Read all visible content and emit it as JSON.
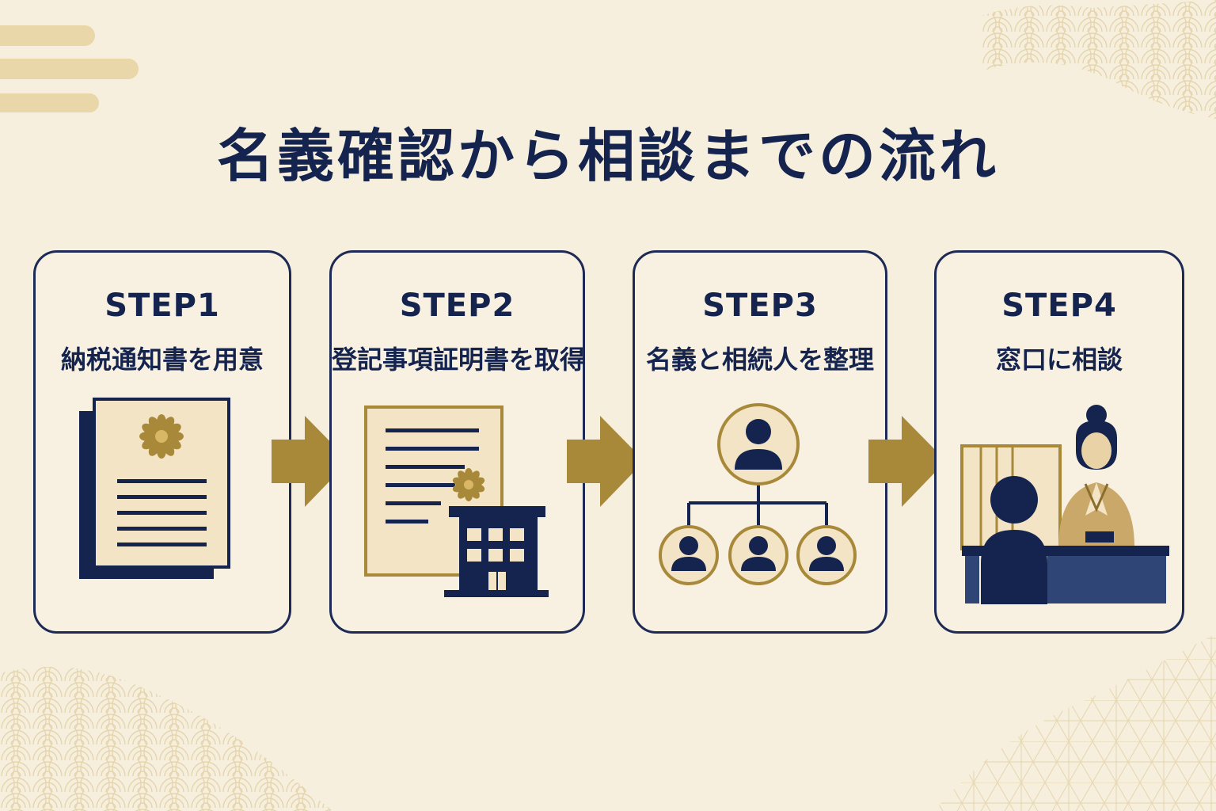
{
  "title": "名義確認から相談までの流れ",
  "steps": [
    {
      "label": "STEP1",
      "text": "納税通知書を用意",
      "icon": "tax-notice-document-icon"
    },
    {
      "label": "STEP2",
      "text": "登記事項証明書を取得",
      "icon": "registry-certificate-office-icon"
    },
    {
      "label": "STEP3",
      "text": "名義と相続人を整理",
      "icon": "heir-tree-icon"
    },
    {
      "label": "STEP4",
      "text": "窓口に相談",
      "icon": "consultation-counter-icon"
    }
  ],
  "colors": {
    "navy": "#15244e",
    "gold": "#a8893a",
    "background": "#f7efde",
    "paper": "#f2e4c4"
  }
}
